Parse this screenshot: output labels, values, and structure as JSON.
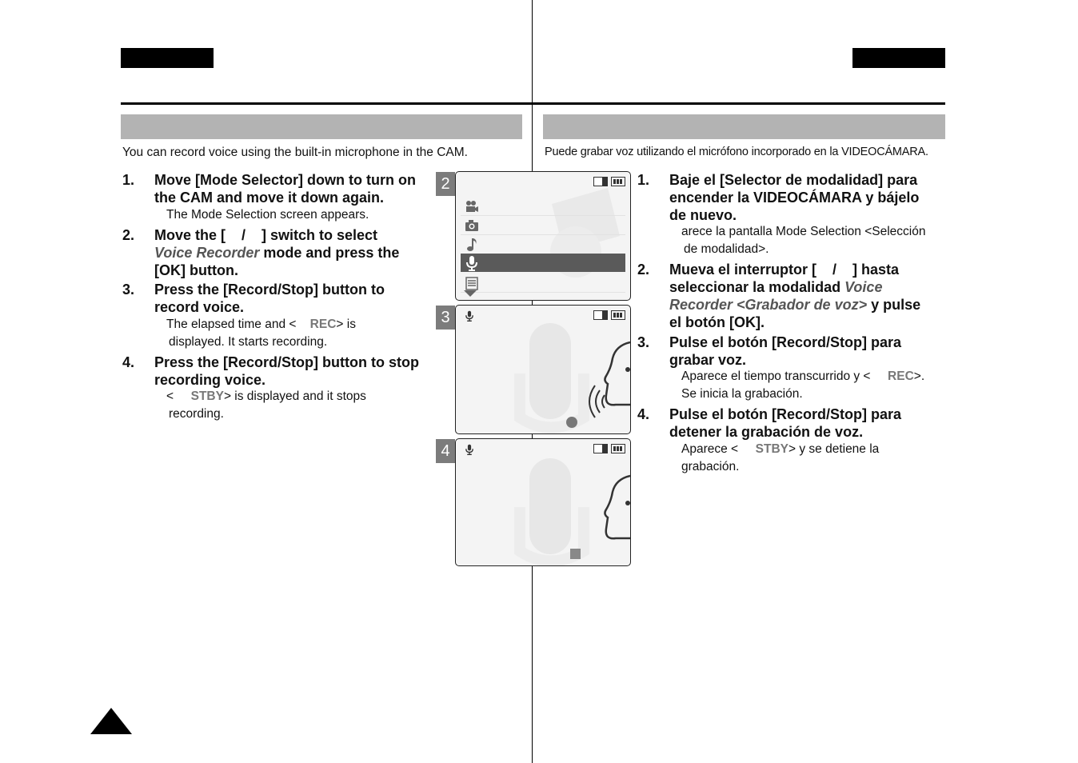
{
  "english": {
    "intro": "You can record voice using the built-in microphone in the CAM.",
    "steps": [
      {
        "num": "1.",
        "line1": "Move [Mode Selector] down to turn on",
        "line2": "the CAM and move it down again."
      },
      {
        "num": "2.",
        "line1": "Move the [    /    ] switch to select",
        "italic": "Voice Recorder",
        "line2_rest": " mode and press the",
        "line3": "[OK] button."
      },
      {
        "num": "3.",
        "line1": "Press the [Record/Stop] button to",
        "line2": "record voice."
      },
      {
        "num": "4.",
        "line1": "Press the [Record/Stop] button to stop",
        "line2": "recording voice."
      }
    ],
    "notes": {
      "n1": "The Mode Selection screen appears.",
      "n3_a": "The elapsed time and <",
      "n3_rec": "REC",
      "n3_b": "> is",
      "n3_line2": "displayed. It starts recording.",
      "n4_a": "<",
      "n4_stby": "STBY",
      "n4_b": "> is displayed and it stops",
      "n4_line2": "recording."
    }
  },
  "spanish": {
    "intro": "Puede grabar voz utilizando el micrófono incorporado en la VIDEOCÁMARA.",
    "steps": [
      {
        "num": "1.",
        "line1": "Baje el [Selector de modalidad] para",
        "line2": "encender la VIDEOCÁMARA y bájelo",
        "line3": "de nuevo."
      },
      {
        "num": "2.",
        "line1": "Mueva el interruptor [    /    ] hasta",
        "line2_a": "seleccionar la modalidad ",
        "line2_italic": "Voice",
        "line3_italic": "Recorder <Grabador de voz>",
        "line3_rest": " y pulse",
        "line4": "el botón [OK]."
      },
      {
        "num": "3.",
        "line1": "Pulse el botón [Record/Stop] para",
        "line2": "grabar voz."
      },
      {
        "num": "4.",
        "line1": "Pulse el botón [Record/Stop] para",
        "line2": "detener la grabación de voz."
      }
    ],
    "notes": {
      "n1_line1": "arece la pantalla Mode Selection <Selección",
      "n1_line2": "de modalidad>.",
      "n3_a": "Aparece el tiempo transcurrido y <",
      "n3_rec": "REC",
      "n3_b": ">.",
      "n3_line2": "Se inicia la grabación.",
      "n4_a": "Aparece <",
      "n4_stby": "STBY",
      "n4_b": "> y se detiene la",
      "n4_line2": "grabación."
    }
  },
  "screens": {
    "badges": [
      "2",
      "3",
      "4"
    ],
    "menu_icons": [
      "video-camera-icon",
      "camera-icon",
      "music-note-icon",
      "microphone-icon",
      "document-icon"
    ],
    "selected_index": 3
  },
  "colors": {
    "section_bar": "#b3b3b3",
    "badge": "#7c7c7c",
    "selected_row": "#5a5a5a",
    "highlight_text": "#777777"
  }
}
